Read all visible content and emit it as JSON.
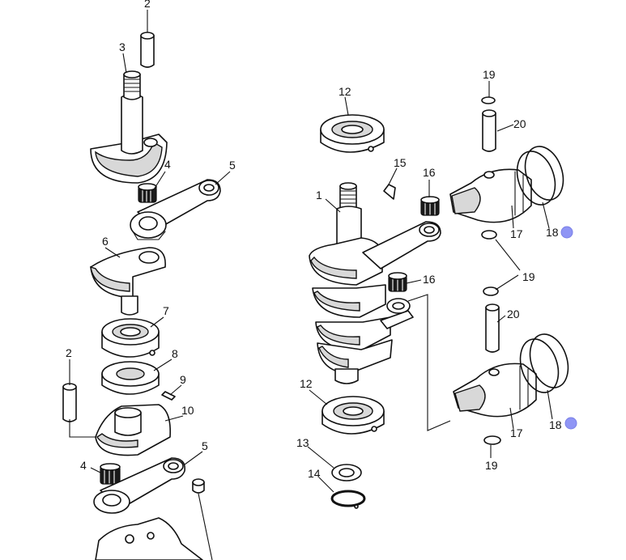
{
  "callouts": [
    {
      "id": "c2a",
      "text": "2"
    },
    {
      "id": "c3",
      "text": "3"
    },
    {
      "id": "c4a",
      "text": "4"
    },
    {
      "id": "c5a",
      "text": "5"
    },
    {
      "id": "c6",
      "text": "6"
    },
    {
      "id": "c7",
      "text": "7"
    },
    {
      "id": "c8",
      "text": "8"
    },
    {
      "id": "c2b",
      "text": "2"
    },
    {
      "id": "c9",
      "text": "9"
    },
    {
      "id": "c10",
      "text": "10"
    },
    {
      "id": "c5b",
      "text": "5"
    },
    {
      "id": "c4b",
      "text": "4"
    },
    {
      "id": "c12a",
      "text": "12"
    },
    {
      "id": "c15",
      "text": "15"
    },
    {
      "id": "c1",
      "text": "1"
    },
    {
      "id": "c16a",
      "text": "16"
    },
    {
      "id": "c16b",
      "text": "16"
    },
    {
      "id": "c19a",
      "text": "19"
    },
    {
      "id": "c20a",
      "text": "20"
    },
    {
      "id": "c17a",
      "text": "17"
    },
    {
      "id": "c18a",
      "text": "18"
    },
    {
      "id": "c19b",
      "text": "19"
    },
    {
      "id": "c20b",
      "text": "20"
    },
    {
      "id": "c18b",
      "text": "18"
    },
    {
      "id": "c17b",
      "text": "17"
    },
    {
      "id": "c19c",
      "text": "19"
    },
    {
      "id": "c12b",
      "text": "12"
    },
    {
      "id": "c13",
      "text": "13"
    },
    {
      "id": "c14",
      "text": "14"
    }
  ],
  "hotspot_color": "#8f95f5",
  "hotspots": [
    {
      "part": "18",
      "icon": "hotspot-dot-icon"
    },
    {
      "part": "18",
      "icon": "hotspot-dot-icon"
    }
  ]
}
